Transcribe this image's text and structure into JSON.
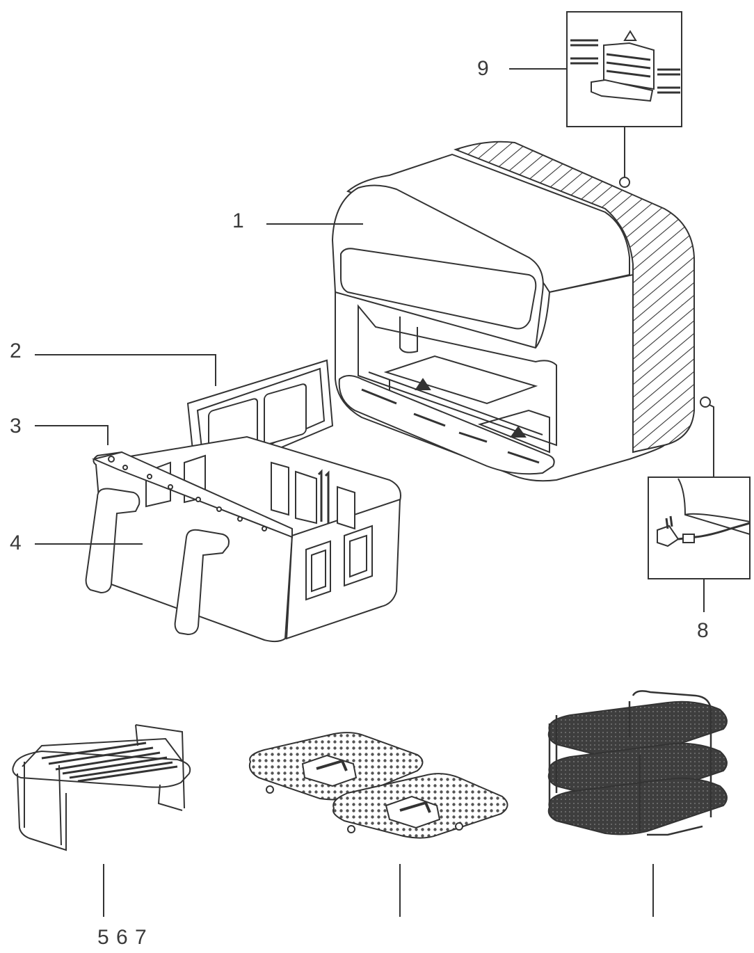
{
  "callouts": {
    "c1": "1",
    "c2": "2",
    "c3": "3",
    "c4": "4",
    "c567": "5 6 7",
    "c8": "8",
    "c9": "9"
  },
  "colors": {
    "line": "#333333",
    "mesh": "#3a3a3a",
    "background": "#ffffff"
  }
}
